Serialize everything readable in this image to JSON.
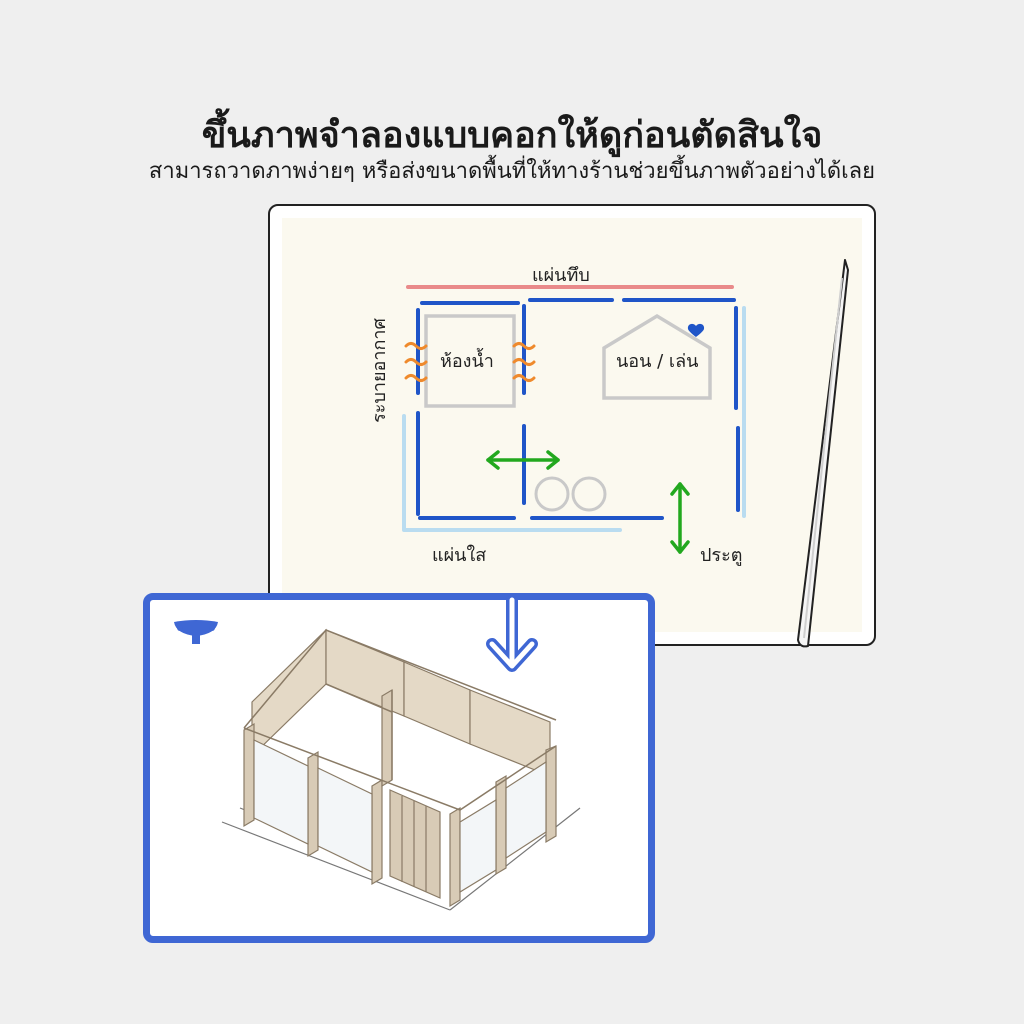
{
  "header": {
    "title": "ขึ้นภาพจำลองแบบคอกให้ดูก่อนตัดสินใจ",
    "subtitle": "สามารถวาดภาพง่ายๆ หรือส่งขนาดพื้นที่ให้ทางร้านช่วยขึ้นภาพตัวอย่างได้เลย"
  },
  "sketch": {
    "solid_panel_label": "แผ่นทึบ",
    "ventilation_label": "ระบายอากาศ",
    "bathroom_label": "ห้องน้ำ",
    "sleep_play_label": "นอน / เล่น",
    "clear_panel_label": "แผ่นใส",
    "door_label": "ประตู"
  },
  "colors": {
    "accent_blue": "#3f67d4",
    "wall_blue": "#1f55c8",
    "solid_panel_red": "#e98a8a",
    "clear_panel_blue": "#b9dcf0",
    "arrow_green": "#22a81e",
    "vent_orange": "#ef8a2c",
    "wood": "#d8cbb6"
  },
  "icons": {
    "logo": "bowl-logo-icon",
    "transform_arrow": "arrow-down-icon",
    "stylus": "stylus-pen-icon"
  }
}
